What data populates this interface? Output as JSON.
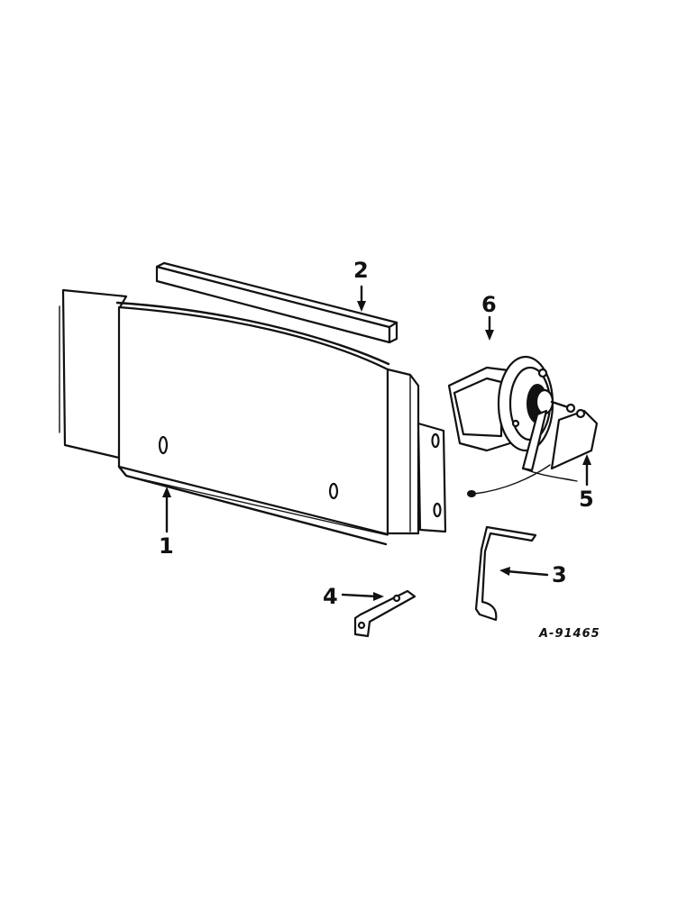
{
  "diagram": {
    "figure_id": "A-91465",
    "callouts": [
      {
        "id": "1",
        "label": "1"
      },
      {
        "id": "2",
        "label": "2"
      },
      {
        "id": "3",
        "label": "3"
      },
      {
        "id": "4",
        "label": "4"
      },
      {
        "id": "5",
        "label": "5"
      },
      {
        "id": "6",
        "label": "6"
      }
    ],
    "colors": {
      "ink": "#111111",
      "paper": "#ffffff"
    }
  }
}
